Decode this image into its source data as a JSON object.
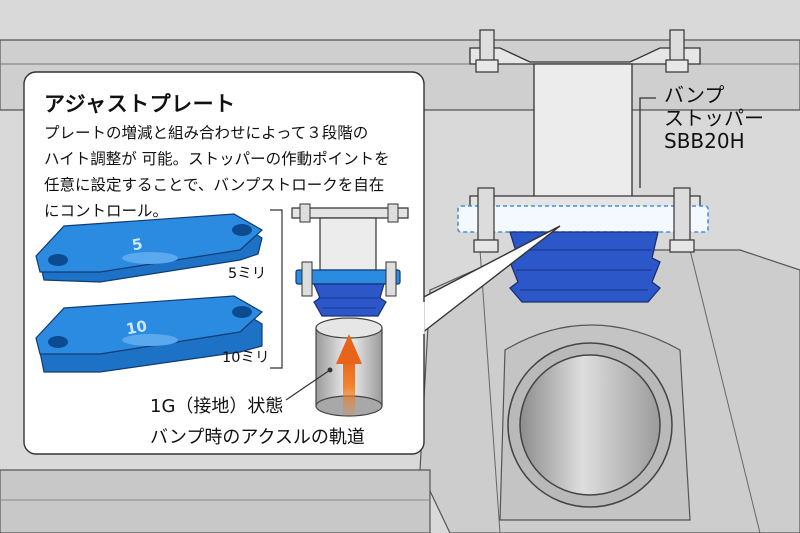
{
  "callout": {
    "title": "アジャストプレート",
    "body_lines": [
      "プレートの増減と組み合わせによって３段階の",
      "ハイト調整が 可能。ストッパーの作動ポイントを",
      "任意に設定することで、バンプストロークを自在",
      "にコントロール。"
    ]
  },
  "plates": [
    {
      "thickness_label": "5ミリ",
      "stamp": "5"
    },
    {
      "thickness_label": "10ミリ",
      "stamp": "10"
    }
  ],
  "axle": {
    "state_label": "1G（接地）状態",
    "path_label": "バンプ時のアクスルの軌道"
  },
  "product": {
    "name_lines": [
      "バンプ",
      "ストッパー",
      "SBB20H"
    ]
  },
  "colors": {
    "plate_blue": "#2a8be0",
    "stopper_blue": "#2c57c8",
    "arrow_orange": "#f07a1e",
    "background_gray": "#d9d9d9"
  }
}
